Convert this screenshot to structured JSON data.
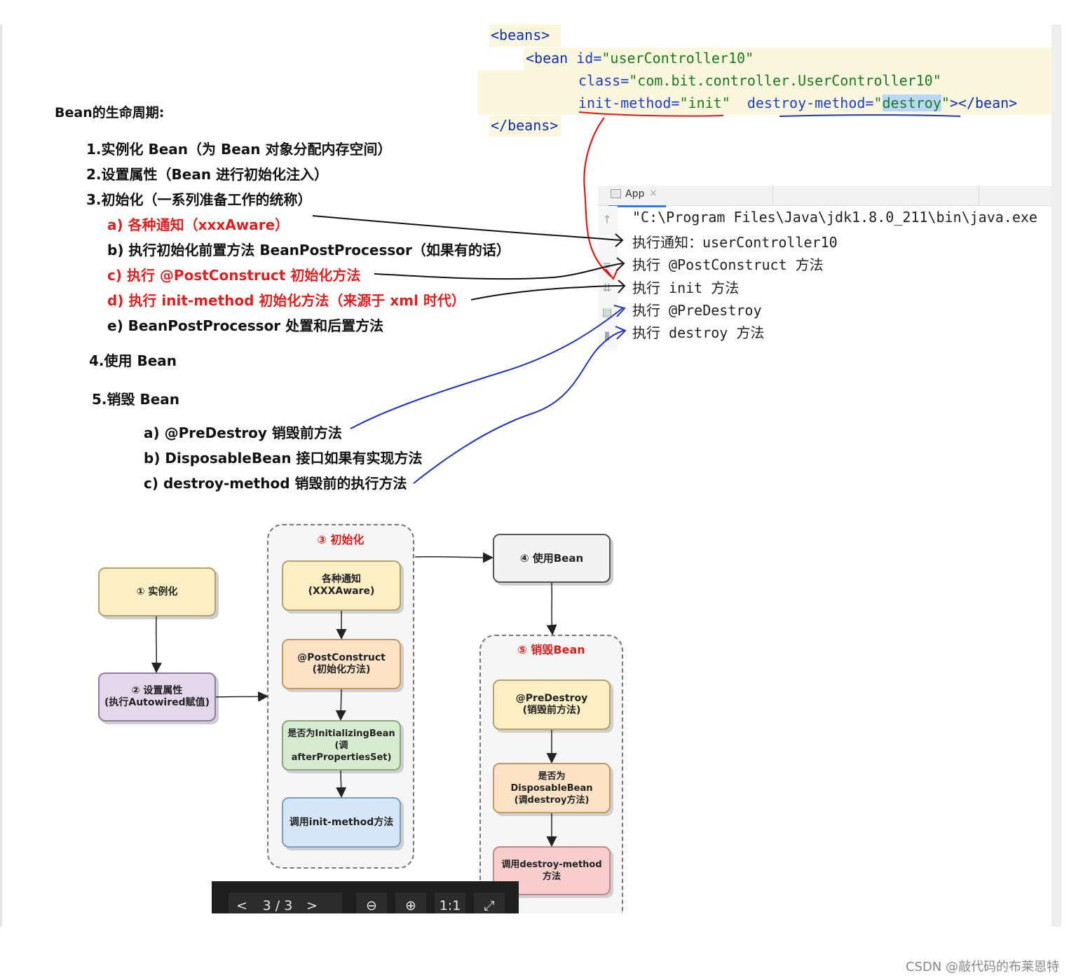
{
  "notes": {
    "title": "Bean的生命周期:",
    "step1": "1.实例化 Bean（为 Bean 对象分配内存空间）",
    "step2": "2.设置属性（Bean 进行初始化注入）",
    "step3": "3.初始化（一系列准备工作的统称）",
    "step3a": "a) 各种通知（xxxAware）",
    "step3b": "b) 执行初始化前置方法 BeanPostProcessor（如果有的话）",
    "step3c": "c) 执行 @PostConstruct 初始化方法",
    "step3d": "d) 执行 init-method 初始化方法（来源于 xml 时代）",
    "step3e": "e) BeanPostProcessor 处置和后置方法",
    "step4": "4.使用 Bean",
    "step5": "5.销毁 Bean",
    "step5a": "a) @PreDestroy 销毁前方法",
    "step5b": "b) DisposableBean 接口如果有实现方法",
    "step5c": "c) destroy-method 销毁前的执行方法"
  },
  "xml": {
    "beans_open": "<beans>",
    "bean_tag": "<bean",
    "id_attr": "id=",
    "id_val": "\"userController10\"",
    "class_attr": "class=",
    "class_val": "\"com.bit.controller.UserController10\"",
    "init_attr": "init-method=",
    "init_val": "\"init\"",
    "destroy_attr": "destroy-method=",
    "destroy_q1": "\"",
    "destroy_sel": "destroy",
    "destroy_q2": "\"",
    "bean_close": "></bean>",
    "beans_close": "</beans>"
  },
  "console": {
    "tab_label": "App",
    "lines": [
      "\"C:\\Program Files\\Java\\jdk1.8.0_211\\bin\\java.exe",
      "执行通知：userController10",
      "执行 @PostConstruct 方法",
      "执行 init 方法",
      "执行 @PreDestroy",
      "执行 destroy 方法"
    ]
  },
  "flow": {
    "instantiate": "① 实例化",
    "set_props": "② 设置属性\n(执行Autowired赋值)",
    "init_group": "③ 初始化",
    "aware": "各种通知\n(XXXAware)",
    "post_construct": "@PostConstruct\n(初始化方法)",
    "initializing_bean": "是否为InitializingBean\n(调afterPropertiesSet)",
    "init_method": "调用init-method方法",
    "use_bean": "④ 使用Bean",
    "destroy_group": "⑤ 销毁Bean",
    "pre_destroy": "@PreDestroy\n(销毁前方法)",
    "disposable_bean": "是否为DisposableBean\n(调destroy方法)",
    "destroy_method": "调用destroy-method方法"
  },
  "viewer": {
    "prev": "<",
    "page": "3 / 3",
    "next": ">",
    "zoom_out": "zoom-out-icon",
    "zoom_in": "zoom-in-icon",
    "actual": "1:1",
    "fullscreen": "expand-icon"
  },
  "footer": "CSDN @敲代码的布莱恩特",
  "colors": {
    "red_note": "#e02020",
    "annot_blue": "#2233bb",
    "annot_red": "#e01818",
    "group_label": "#d81b1b"
  }
}
